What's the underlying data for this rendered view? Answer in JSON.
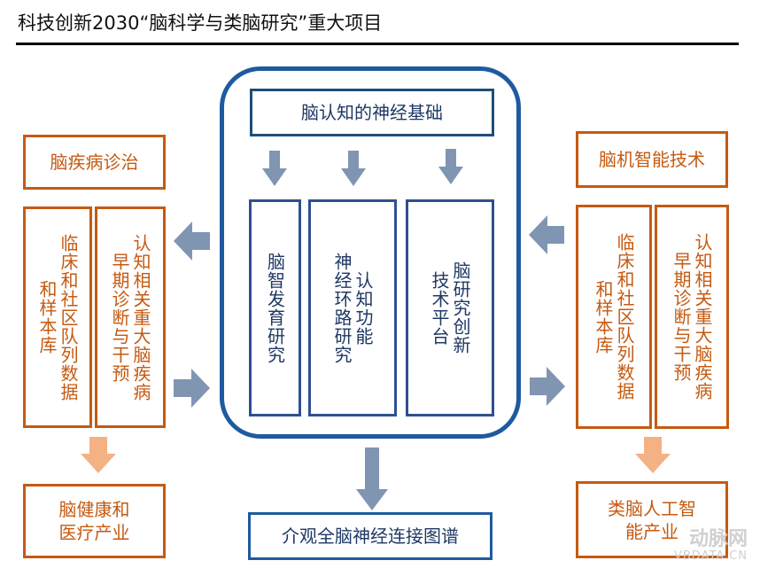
{
  "header": {
    "title": "科技创新2030“脑科学与类脑研究”重大项目"
  },
  "center": {
    "foundation_label": "脑认知的神经基础",
    "columns": [
      {
        "lines": [
          "脑智发育研究"
        ]
      },
      {
        "lines": [
          "认知功能",
          "神经环路研究"
        ]
      },
      {
        "lines": [
          "脑研究创新",
          "技术平台"
        ]
      }
    ],
    "output_label": "介观全脑神经连接图谱"
  },
  "left": {
    "heading": "脑疾病诊治",
    "col_a": [
      "临床和社区队列数据",
      "和样本库"
    ],
    "col_b": [
      "认知相关重大脑疾病",
      "早期诊断与干预"
    ],
    "output": [
      "脑健康和",
      "医疗产业"
    ]
  },
  "right": {
    "heading": "脑机智能技术",
    "col_a": [
      "临床和社区队列数据",
      "和样本库"
    ],
    "col_b": [
      "认知相关重大脑疾病",
      "早期诊断与干预"
    ],
    "output": [
      "类脑人工智",
      "能产业"
    ]
  },
  "watermark": {
    "brand": "动脉网",
    "domain": "VBDATA.CN"
  },
  "colors": {
    "orange": "#c55a11",
    "light_orange": "#f4b183",
    "blue": "#1e5aa0",
    "navy": "#1f3864",
    "arrow_gray_blue": "#7f95b2"
  }
}
